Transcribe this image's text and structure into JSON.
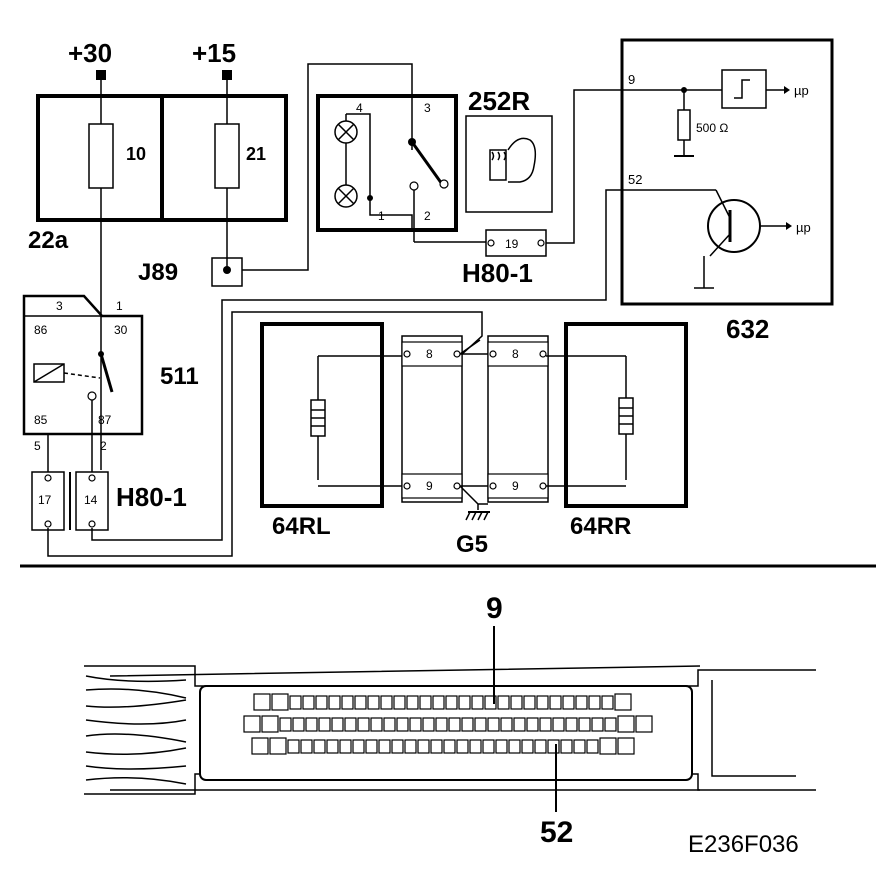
{
  "supply": {
    "kl30": "+30",
    "kl15": "+15"
  },
  "fuse_box": {
    "id": "22a",
    "fuse_a": "10",
    "fuse_b": "21"
  },
  "connector_j89": "J89",
  "relay": {
    "id": "511",
    "pins": {
      "p3": "3",
      "p1": "1",
      "p86": "86",
      "p30": "30",
      "p85": "85",
      "p87": "87",
      "p5": "5",
      "p2": "2"
    }
  },
  "connector_h80_left": {
    "id": "H80-1",
    "pin_a": "17",
    "pin_b": "14"
  },
  "switch_panel": {
    "pins": {
      "p4": "4",
      "p3": "3",
      "p1": "1",
      "p2": "2"
    }
  },
  "seat_switch": {
    "id": "252R"
  },
  "connector_h80_mid": {
    "id": "H80-1",
    "pin": "19"
  },
  "control_unit": {
    "id": "632",
    "pin_9": "9",
    "pin_52": "52",
    "resistor": "500 Ω",
    "output_a": "µp",
    "output_b": "µp"
  },
  "heater_left": {
    "id": "64RL"
  },
  "heater_right": {
    "id": "64RR"
  },
  "heater_conn_left": {
    "pin_top": "8",
    "pin_bottom": "9"
  },
  "heater_conn_right": {
    "pin_top": "8",
    "pin_bottom": "9"
  },
  "ground": "G5",
  "plug_detail": {
    "callout_top": "9",
    "callout_bottom": "52"
  },
  "figure_code": "E236F036"
}
